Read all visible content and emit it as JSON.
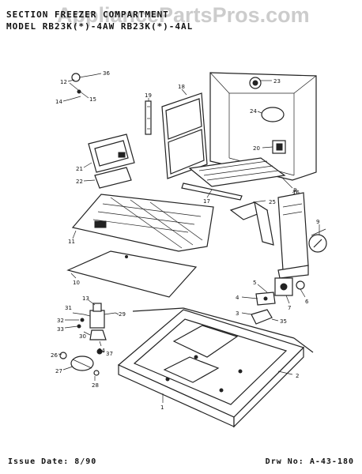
{
  "header": {
    "section_line": "SECTION  FREEZER COMPARTMENT",
    "model_line": "MODEL  RB23K(*)-4AW  RB23K(*)-4AL"
  },
  "watermark": "AppliancePartsPros.com",
  "footer": {
    "issue_date": "Issue Date: 8/90",
    "drawing_no": "Drw No: A-43-180"
  },
  "callouts": [
    "36",
    "12",
    "15",
    "14",
    "19",
    "18",
    "23",
    "24",
    "20",
    "21",
    "22",
    "16",
    "17",
    "8",
    "25",
    "9",
    "11",
    "10",
    "5",
    "4",
    "7",
    "6",
    "3",
    "35",
    "31",
    "13",
    "29",
    "32",
    "33",
    "30",
    "34",
    "37",
    "26",
    "27",
    "28",
    "2",
    "1"
  ]
}
